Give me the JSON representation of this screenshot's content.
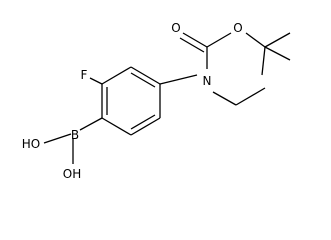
{
  "diagram": {
    "type": "chemical-structure",
    "atoms": {
      "carbonyl_o": "O",
      "ester_o": "O",
      "nitrogen": "N",
      "fluorine": "F",
      "boron": "B",
      "hydroxyl_1": "HO",
      "hydroxyl_2": "OH"
    }
  }
}
